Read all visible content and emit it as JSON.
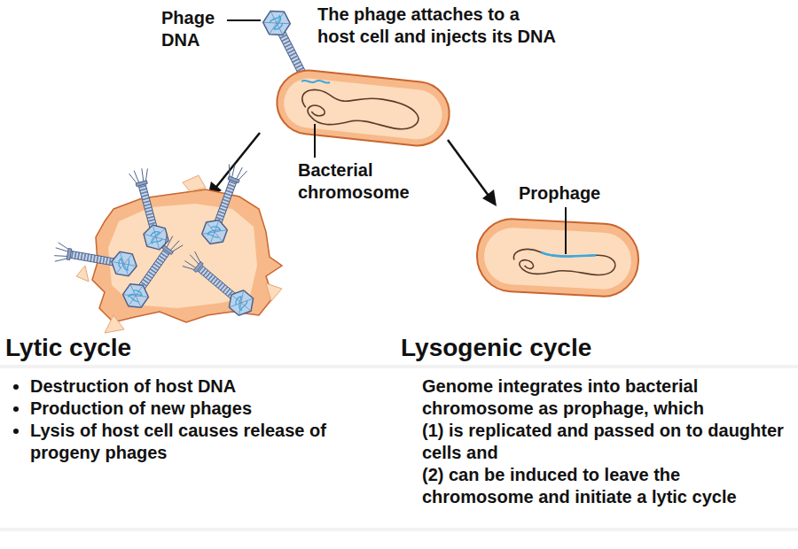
{
  "diagram": {
    "labels": [
      "Phage DNA",
      "The phage attaches to a host cell and injects its DNA",
      "Bacterial chromosome",
      "Prophage",
      "Lytic cycle",
      "Destruction of host DNA",
      "Production of new phages",
      "Lysis of host cell causes release of progeny phages",
      "Lysogenic cycle",
      "Genome integrates into bacterial chromosome as prophage, which",
      "(1) is replicated and passed on to daughter cells and",
      "(2) can be induced to leave the chromosome and initiate a lytic cycle"
    ]
  }
}
